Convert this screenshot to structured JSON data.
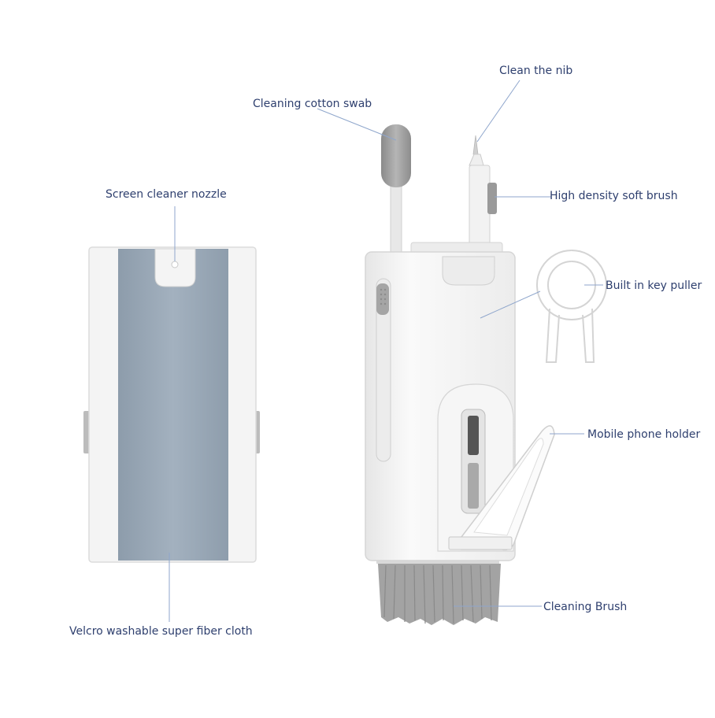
{
  "labels": {
    "clean_nib": "Clean the nib",
    "cotton_swab": "Cleaning cotton swab",
    "nozzle": "Screen cleaner nozzle",
    "soft_brush": "High density soft brush",
    "key_puller": "Built in key puller",
    "phone_holder": "Mobile phone holder",
    "cleaning_brush": "Cleaning Brush",
    "fiber_cloth": "Velcro washable super fiber cloth"
  },
  "colors": {
    "label_text": "#2e3f6e",
    "leader_line": "#8fa6cc",
    "cloth": "#97a6b5",
    "body": "#f3f3f3",
    "bristles": "#9a9a9a"
  }
}
